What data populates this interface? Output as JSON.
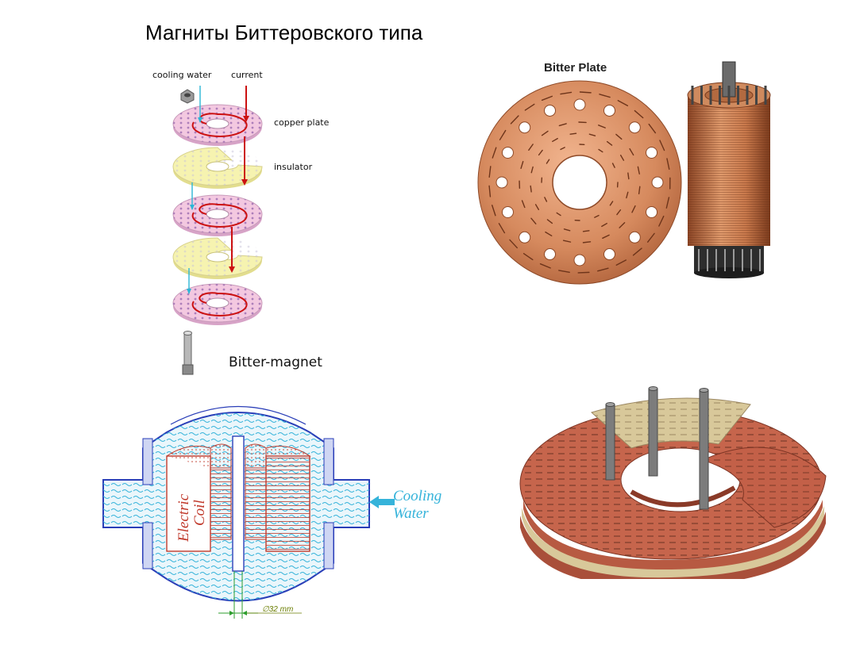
{
  "title": "Магниты Биттеровского типа",
  "exploded_diagram": {
    "labels": {
      "cooling_water": "cooling water",
      "current": "current",
      "copper_plate": "copper plate",
      "insulator": "insulator",
      "caption": "Bitter-magnet"
    },
    "colors": {
      "copper_plate": "#f3c8e0",
      "insulator": "#f6f3b0",
      "current": "#cc1111",
      "water": "#2bb6d6"
    }
  },
  "photo_panel": {
    "label": "Bitter Plate",
    "colors": {
      "copper": "#d68a5e",
      "copper_dark": "#a85a34"
    }
  },
  "cross_section": {
    "labels": {
      "electric": "Electric",
      "coil": "Coil",
      "cooling": "Cooling",
      "water": "Water",
      "dimension": "∅32 mm"
    },
    "colors": {
      "outline": "#2a3eb8",
      "water": "#35b3da",
      "coil": "#c0392b",
      "dimension": "#2e9d2e"
    }
  },
  "render_3d": {
    "colors": {
      "plate": "#c6654c",
      "insulator": "#d8c89a",
      "rod": "#7c7c7c"
    }
  }
}
